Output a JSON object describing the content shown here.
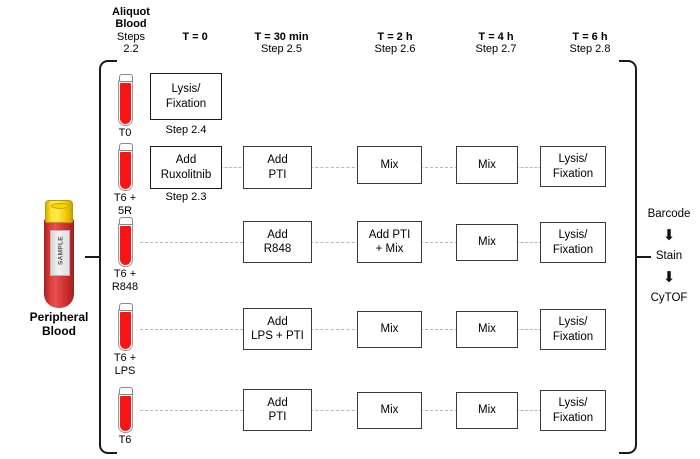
{
  "diagram": {
    "title": "Whole blood stimulation and CyTOF workflow",
    "accent_red": "#fa1414",
    "tube_cap_yellow": "#f6d200",
    "box_border": "#3a3a3a",
    "connector_color": "#b8b8b8"
  },
  "columns": [
    {
      "id": "aliquot",
      "main": "Aliquot\nBlood",
      "sub": "Steps\n2.2"
    },
    {
      "id": "t0",
      "main": "T = 0",
      "sub": ""
    },
    {
      "id": "t30",
      "main": "T = 30 min",
      "sub": "Step 2.5"
    },
    {
      "id": "t2h",
      "main": "T = 2 h",
      "sub": "Step 2.6"
    },
    {
      "id": "t4h",
      "main": "T = 4 h",
      "sub": "Step 2.7"
    },
    {
      "id": "t6h",
      "main": "T = 6 h",
      "sub": "Step 2.8"
    }
  ],
  "source": {
    "caption": "Peripheral\nBlood",
    "tube_label": "SAMPLE"
  },
  "rows": [
    {
      "id": "row-t0",
      "tube_label": "T0",
      "boxes": [
        {
          "col": "t0",
          "text": "Lysis/\nFixation"
        }
      ],
      "step_caption": {
        "col": "t0",
        "text": "Step 2.4"
      },
      "connectors": []
    },
    {
      "id": "row-t6-5r",
      "tube_label": "T6 +\n5R",
      "boxes": [
        {
          "col": "t0",
          "text": "Add\nRuxolitnib"
        },
        {
          "col": "t30",
          "text": "Add\nPTI"
        },
        {
          "col": "t2h",
          "text": "Mix"
        },
        {
          "col": "t4h",
          "text": "Mix"
        },
        {
          "col": "t6h",
          "text": "Lysis/\nFixation"
        }
      ],
      "step_caption": {
        "col": "t0",
        "text": "Step 2.3"
      },
      "connectors": [
        "t0-t30",
        "t30-t2h",
        "t2h-t4h",
        "t4h-t6h"
      ]
    },
    {
      "id": "row-t6-r848",
      "tube_label": "T6 +\nR848",
      "boxes": [
        {
          "col": "t30",
          "text": "Add\nR848"
        },
        {
          "col": "t2h",
          "text": "Add PTI\n+ Mix"
        },
        {
          "col": "t4h",
          "text": "Mix"
        },
        {
          "col": "t6h",
          "text": "Lysis/\nFixation"
        }
      ],
      "step_caption": null,
      "connectors": [
        "tube-t30",
        "t30-t2h",
        "t2h-t4h",
        "t4h-t6h"
      ]
    },
    {
      "id": "row-t6-lps",
      "tube_label": "T6 +\nLPS",
      "boxes": [
        {
          "col": "t30",
          "text": "Add\nLPS + PTI"
        },
        {
          "col": "t2h",
          "text": "Mix"
        },
        {
          "col": "t4h",
          "text": "Mix"
        },
        {
          "col": "t6h",
          "text": "Lysis/\nFixation"
        }
      ],
      "step_caption": null,
      "connectors": [
        "tube-t30",
        "t30-t2h",
        "t2h-t4h",
        "t4h-t6h"
      ]
    },
    {
      "id": "row-t6",
      "tube_label": "T6",
      "boxes": [
        {
          "col": "t30",
          "text": "Add\nPTI"
        },
        {
          "col": "t2h",
          "text": "Mix"
        },
        {
          "col": "t4h",
          "text": "Mix"
        },
        {
          "col": "t6h",
          "text": "Lysis/\nFixation"
        }
      ],
      "step_caption": null,
      "connectors": [
        "tube-t30",
        "t30-t2h",
        "t2h-t4h",
        "t4h-t6h"
      ]
    }
  ],
  "downstream": {
    "steps": [
      "Barcode",
      "Stain",
      "CyTOF"
    ],
    "arrow_glyph": "⬇"
  }
}
